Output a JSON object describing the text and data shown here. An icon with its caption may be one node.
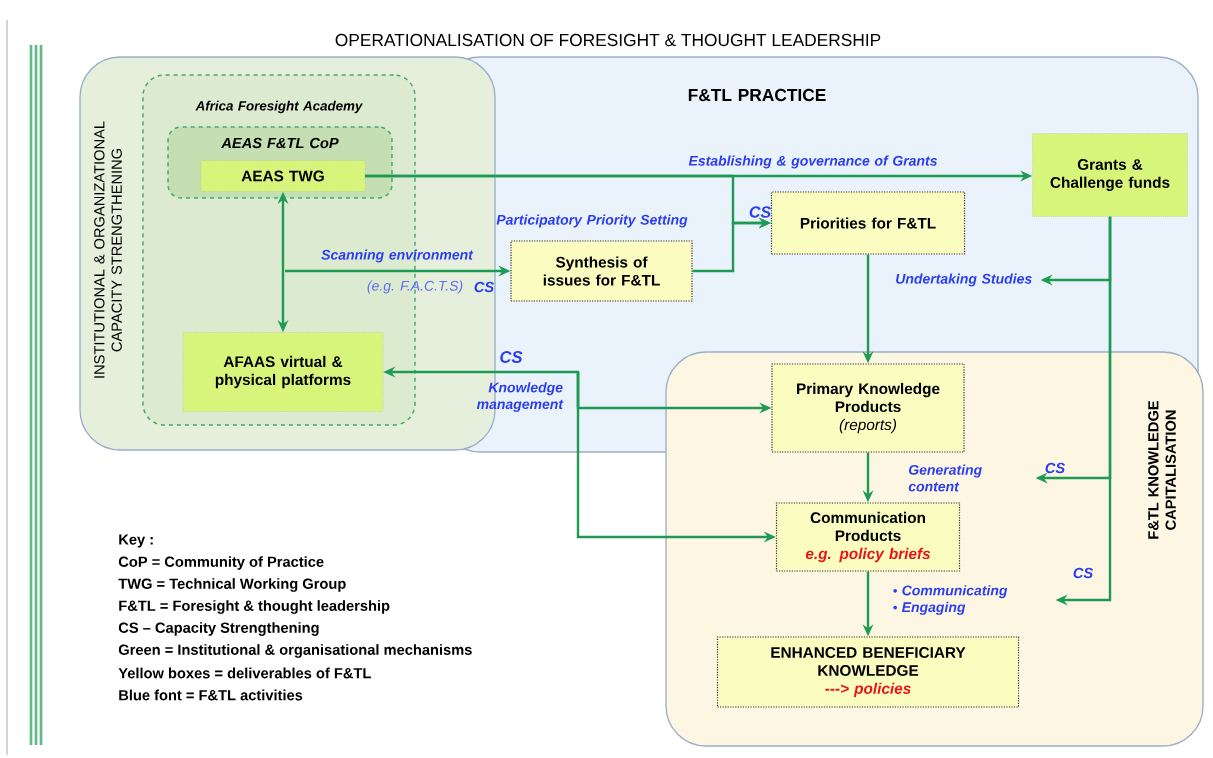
{
  "diagram": {
    "title": "OPERATIONALISATION OF FORESIGHT & THOUGHT LEADERSHIP",
    "nodes": [
      {
        "text": [
          "INSTITUTIONAL & ORGANIZATIONAL CAPACITY STRENGTHENING"
        ]
      },
      {
        "text": [
          "Africa Foresight Academy"
        ],
        "in": 0
      },
      {
        "text": [
          "AEAS F&TL CoP"
        ],
        "in": 1
      },
      {
        "text": [
          "AEAS TWG"
        ],
        "in": 2
      },
      {
        "text": [
          "AFAAS virtual & physical platforms"
        ],
        "in": 1
      },
      {
        "text": [
          "F&TL PRACTICE"
        ]
      },
      {
        "text": [
          "Synthesis of issues for F&TL"
        ],
        "in": 5
      },
      {
        "text": [
          "Priorities for F&TL"
        ],
        "in": 5
      },
      {
        "text": [
          "Grants & Challenge funds"
        ],
        "in": 5
      },
      {
        "text": [
          "F&TL KNOWLEDGE CAPITALISATION"
        ]
      },
      {
        "text": [
          "Primary Knowledge Products",
          "(reports)"
        ]
      },
      {
        "text": [
          "Communication Products",
          "e.g. policy briefs"
        ],
        "in": 9
      },
      {
        "text": [
          "ENHANCED BENEFICIARY KNOWLEDGE",
          "---> policies"
        ],
        "in": 9
      },
      {
        "text": [
          "Undertaking Studies"
        ],
        "in": 5
      },
      {
        "text": [
          "Generating content"
        ],
        "in": 9
      },
      {
        "text": [
          "Communicating",
          "Engaging"
        ],
        "in": 9
      }
    ],
    "edges": [
      {
        "from": 3,
        "to": 8,
        "arrow": "to",
        "label": "Establishing & governance of Grants"
      },
      {
        "from": 3,
        "to": 7,
        "arrow": "to"
      },
      {
        "from": 6,
        "to": 7,
        "arrow": "to",
        "label": "Participatory Priority Setting"
      },
      {
        "from": 3,
        "to": 4,
        "arrow": "both"
      },
      {
        "from": null,
        "to": 6,
        "arrow": "to",
        "label": "Scanning environment"
      },
      {
        "from": null,
        "to": 4,
        "arrow": "to",
        "label": "Knowledge management"
      },
      {
        "from": null,
        "to": 10,
        "arrow": "to"
      },
      {
        "from": null,
        "to": 11,
        "arrow": "to"
      },
      {
        "from": 7,
        "to": 10,
        "arrow": "to"
      },
      {
        "from": 10,
        "to": 11,
        "arrow": "to"
      },
      {
        "from": 11,
        "to": 12,
        "arrow": "to"
      },
      {
        "from": 8,
        "to": 13,
        "arrow": "to"
      },
      {
        "from": 8,
        "to": 14,
        "arrow": "to"
      },
      {
        "from": 8,
        "to": 15,
        "arrow": "to"
      }
    ],
    "labels": [
      "(e.g. F.A.C.T.S)",
      "CS",
      "CS",
      "CS",
      "CS",
      "CS",
      "Key :",
      "CoP = Community of Practice",
      "TWG = Technical Working Group",
      "F&TL = Foresight & thought leadership",
      "CS – Capacity Strengthening",
      "Green = Institutional & organisational mechanisms",
      "Yellow boxes = deliverables of F&TL",
      "Blue font = F&TL activities"
    ]
  }
}
